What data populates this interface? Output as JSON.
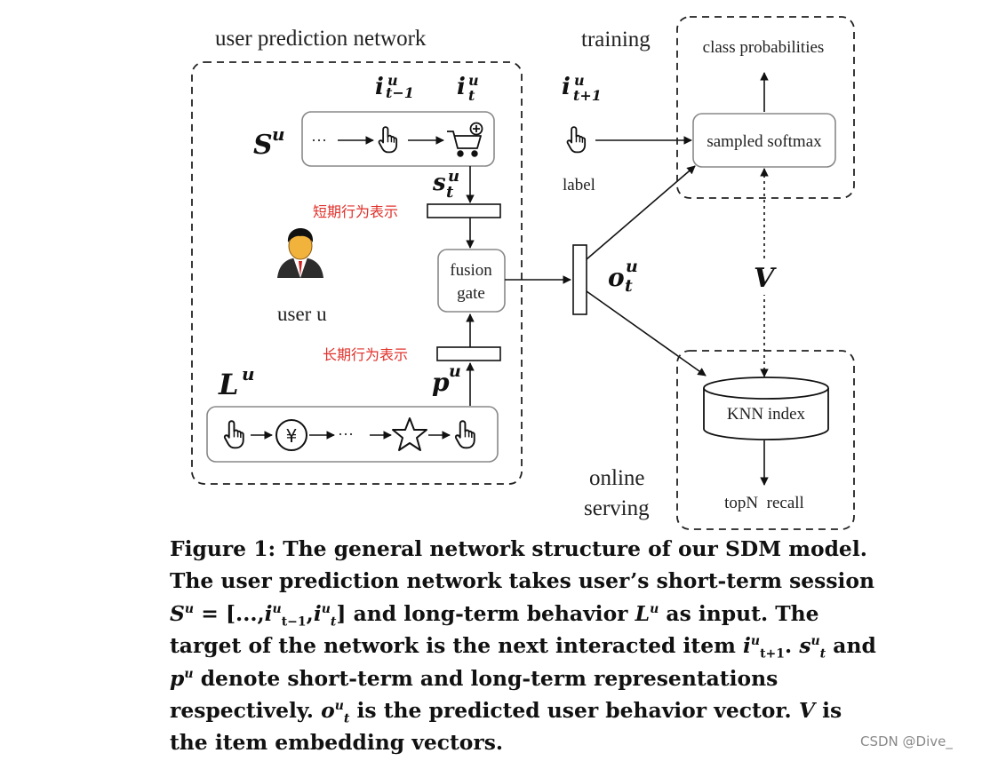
{
  "labels": {
    "user_prediction_network": "user prediction network",
    "training": "training",
    "class_probabilities": "class probabilities",
    "sampled_softmax": "sampled softmax",
    "label": "label",
    "fusion_line1": "fusion",
    "fusion_line2": "gate",
    "user": "user u",
    "short_term_zh": "短期行为表示",
    "long_term_zh": "长期行为表示",
    "knn_index": "KNN index",
    "online_line1": "online",
    "online_line2": "serving",
    "topn_recall": "topN  recall",
    "V": "V"
  },
  "math": {
    "S": "S",
    "L": "L",
    "u": "u",
    "i": "i",
    "t": "t",
    "t_minus_1": "t−1",
    "t_plus_1": "t+1",
    "s": "s",
    "p": "p",
    "o": "o",
    "ellipsis": "···"
  },
  "caption": {
    "p1": "Figure 1: The general network structure of our SDM model. The user prediction network takes user’s short-term session ",
    "S": "S",
    "u1": "u",
    "eq": " = [...,",
    "i1": "i",
    "u2": "u",
    "tm1": "t−1",
    "comma": ",",
    "i2": "i",
    "u3": "u",
    "t1": "t",
    "p2": "] and long-term behavior ",
    "L": "L",
    "u4": "u",
    "p3": " as input. The target of the network is the next interacted item ",
    "i3": "i",
    "u5": "u",
    "tp1": "t+1",
    "p4": ". ",
    "s": "s",
    "u6": "u",
    "t2": "t",
    "p5": " and ",
    "p": "p",
    "u7": "u",
    "p6": " denote short-term and long-term representations respectively. ",
    "o": "o",
    "u8": "u",
    "t3": "t",
    "p7": " is the predicted user behavior vector. ",
    "V": "V",
    "p8": " is the item embedding vectors."
  },
  "watermark": "CSDN @Dive_"
}
